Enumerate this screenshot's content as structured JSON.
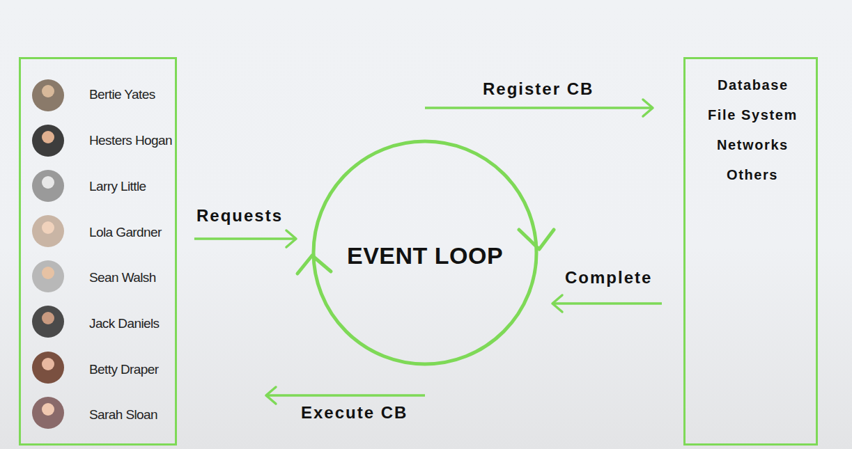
{
  "diagram": {
    "nodes": [
      {
        "text": [
          "Bertie Yates",
          "Hesters Hogan",
          "Larry Little",
          "Lola Gardner",
          "Sean Walsh",
          "Jack Daniels",
          "Betty Draper",
          "Sarah Sloan"
        ]
      },
      {
        "text": [
          "EVENT LOOP"
        ]
      },
      {
        "text": [
          "Database",
          "File System",
          "Networks",
          "Others"
        ]
      }
    ],
    "edges": [
      {
        "from": 0,
        "to": 1,
        "label": "Requests",
        "arrow": "to"
      },
      {
        "from": 1,
        "to": 2,
        "label": "Register CB",
        "arrow": "to"
      },
      {
        "from": 2,
        "to": 1,
        "label": "Complete",
        "arrow": "to"
      },
      {
        "from": 1,
        "to": 0,
        "label": "Execute CB",
        "arrow": "to"
      }
    ]
  }
}
